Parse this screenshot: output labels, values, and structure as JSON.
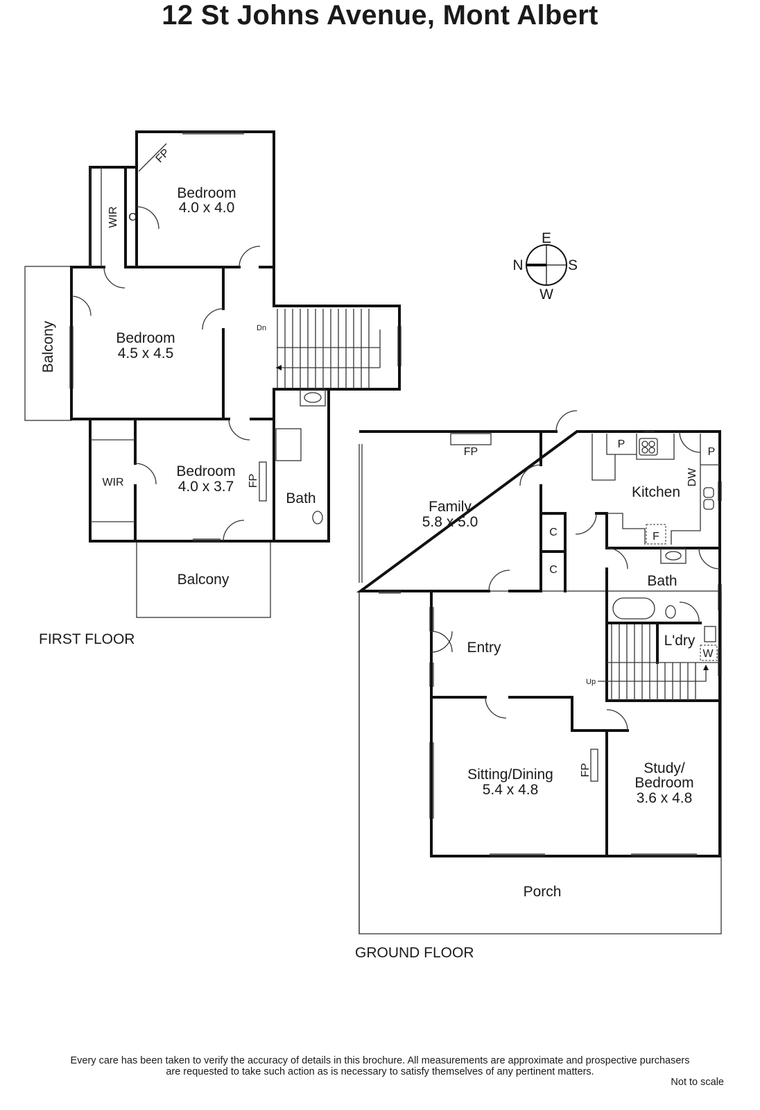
{
  "title": "12 St Johns Avenue, Mont Albert",
  "first_floor": {
    "label": "FIRST FLOOR",
    "rooms": {
      "bedroom1": {
        "name": "Bedroom",
        "size": "4.0 x 4.0"
      },
      "bedroom2": {
        "name": "Bedroom",
        "size": "4.5 x 4.5"
      },
      "bedroom3": {
        "name": "Bedroom",
        "size": "4.0 x 3.7"
      },
      "bath": "Bath",
      "balcony_left": "Balcony",
      "balcony_bottom": "Balcony",
      "wir_top": "WIR",
      "wir_bottom": "WIR",
      "closet": "C",
      "fp_top": "FP",
      "fp_bed3": "FP",
      "stairs_dn": "Dn"
    }
  },
  "ground_floor": {
    "label": "GROUND FLOOR",
    "rooms": {
      "family": {
        "name": "Family",
        "size": "5.8 x 5.0"
      },
      "kitchen": "Kitchen",
      "bath": "Bath",
      "laundry": "L'dry",
      "entry": "Entry",
      "sitting": {
        "name": "Sitting/Dining",
        "size": "5.4 x 4.8"
      },
      "study": {
        "name": "Study/",
        "name2": "Bedroom",
        "size": "3.6 x 4.8"
      },
      "porch": "Porch",
      "fp_family": "FP",
      "fp_sitting": "FP",
      "closet1": "C",
      "closet2": "C",
      "pantry1": "P",
      "pantry2": "P",
      "dw": "DW",
      "fridge": "F",
      "washer": "W",
      "stairs_up": "Up"
    }
  },
  "compass": {
    "n": "N",
    "e": "E",
    "s": "S",
    "w": "W"
  },
  "footer": {
    "disclaimer1": "Every care has been taken to verify the accuracy of details in this brochure.  All measurements are approximate and prospective purchasers",
    "disclaimer2": "are requested to take such action as is necessary to satisfy themselves of any pertinent matters.",
    "not_to_scale": "Not to scale"
  }
}
